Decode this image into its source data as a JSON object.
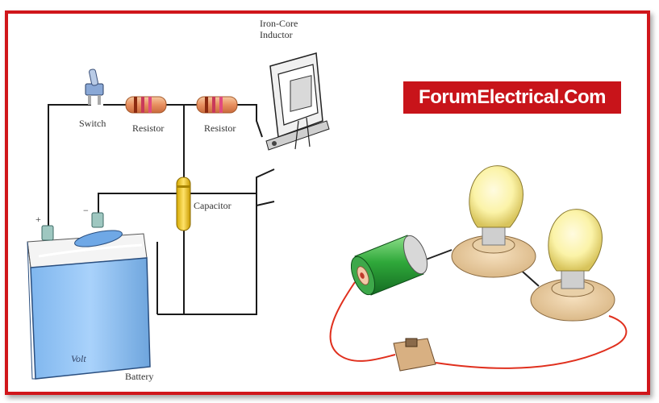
{
  "brand": {
    "text": "ForumElectrical.Com",
    "bg_color": "#c8141a"
  },
  "frame_color": "#d0161b",
  "circuit1": {
    "labels": {
      "inductor": "Iron-Core Inductor",
      "switch": "Switch",
      "resistor_1": "Resistor",
      "resistor_2": "Resistor",
      "capacitor": "Capacitor",
      "battery": "Battery",
      "battery_plus": "+",
      "battery_minus": "−",
      "battery_mark": "Volt"
    }
  },
  "circuit2": {
    "components": [
      "battery-cell",
      "switch",
      "bulb",
      "bulb"
    ],
    "wire_color": "#e0301e"
  }
}
